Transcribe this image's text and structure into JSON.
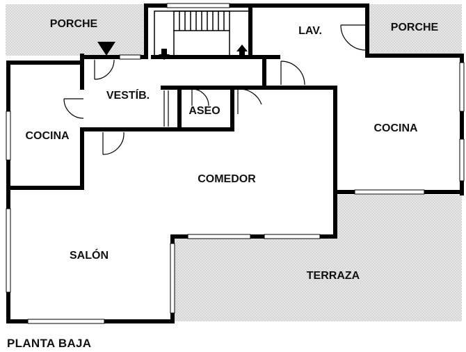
{
  "plan": {
    "title": "PLANTA BAJA",
    "rooms": {
      "porche_left": "PORCHE",
      "porche_right": "PORCHE",
      "lav": "LAV.",
      "vestibulo": "VESTÍB.",
      "aseo": "ASEO",
      "cocina_left": "COCINA",
      "cocina_right": "COCINA",
      "comedor": "COMEDOR",
      "salon": "SALÓN",
      "terraza": "TERRAZA"
    }
  },
  "colors": {
    "wall": "#000000",
    "hatch_fill": "#e6e6e6",
    "hatch_dot": "#bdbdbd",
    "label": "#111111",
    "background": "#ffffff"
  }
}
